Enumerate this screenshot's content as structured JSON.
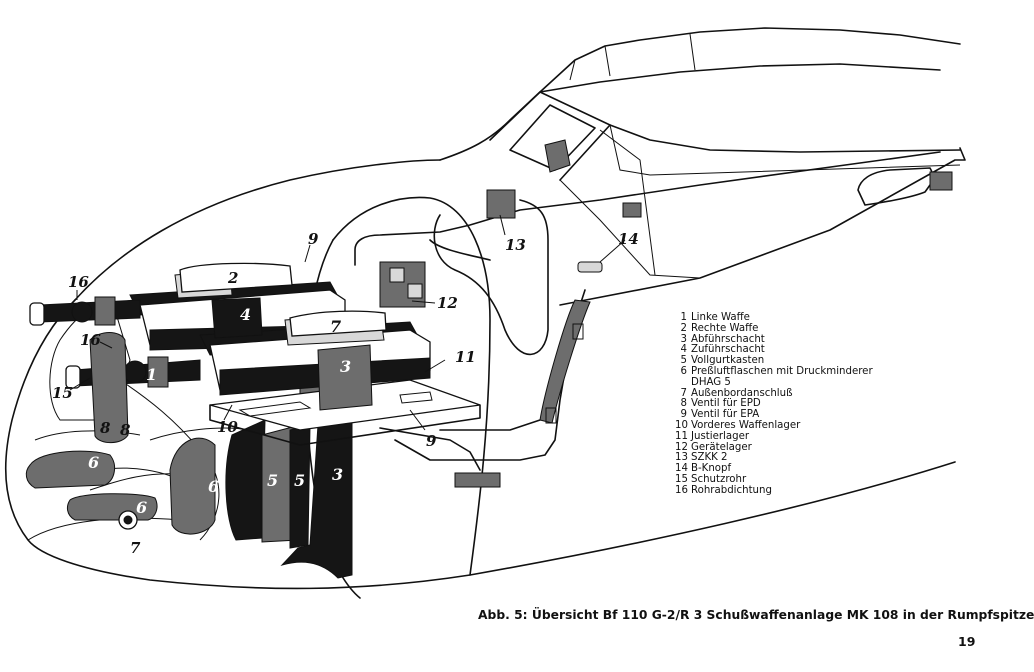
{
  "callouts": [
    "1",
    "2",
    "3",
    "4",
    "5",
    "6",
    "7",
    "8",
    "9",
    "10",
    "11",
    "12",
    "13",
    "14",
    "15",
    "16"
  ],
  "legend": [
    {
      "num": "1",
      "text": "Linke Waffe"
    },
    {
      "num": "2",
      "text": "Rechte Waffe"
    },
    {
      "num": "3",
      "text": "Abführschacht"
    },
    {
      "num": "4",
      "text": "Zuführschacht"
    },
    {
      "num": "5",
      "text": "Vollgurtkasten"
    },
    {
      "num": "6",
      "text": "Preßluftflaschen mit Druckminderer"
    },
    {
      "num": "",
      "text": "DHAG 5"
    },
    {
      "num": "7",
      "text": "Außenbordanschluß"
    },
    {
      "num": "8",
      "text": "Ventil für EPD"
    },
    {
      "num": "9",
      "text": "Ventil für EPA"
    },
    {
      "num": "10",
      "text": "Vorderes Waffenlager"
    },
    {
      "num": "11",
      "text": "Justierlager"
    },
    {
      "num": "12",
      "text": "Gerätelager"
    },
    {
      "num": "13",
      "text": "SZKK 2"
    },
    {
      "num": "14",
      "text": "B-Knopf"
    },
    {
      "num": "15",
      "text": "Schutzrohr"
    },
    {
      "num": "16",
      "text": "Rohrabdichtung"
    }
  ],
  "caption": "Abb. 5: Übersicht Bf 110 G-2/R 3 Schußwaffenanlage MK 108 in der Rumpfspitze",
  "page_number": "19"
}
